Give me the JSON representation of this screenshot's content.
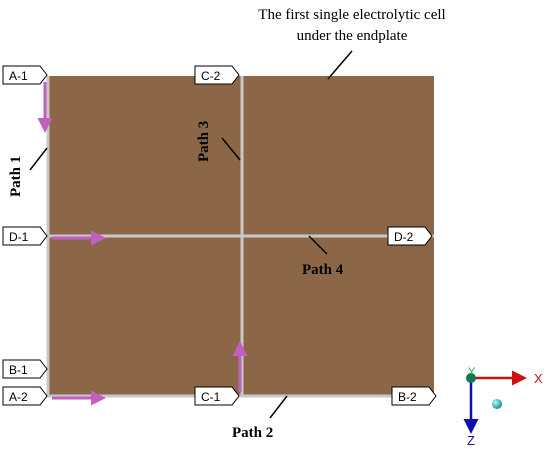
{
  "caption": {
    "line1": "The first single electrolytic cell",
    "line2": "under the endplate"
  },
  "paths": {
    "path1": "Path 1",
    "path2": "Path 2",
    "path3": "Path 3",
    "path4": "Path 4"
  },
  "points": {
    "a1": "A-1",
    "a2": "A-2",
    "b1": "B-1",
    "b2": "B-2",
    "c1": "C-1",
    "c2": "C-2",
    "d1": "D-1",
    "d2": "D-2"
  },
  "axes": {
    "x": "X",
    "y": "Y",
    "z": "Z"
  },
  "colors": {
    "plate": "#8b6748",
    "path_line": "#c8c8c8",
    "arrow": "#c060c0",
    "axis_x": "#cc1111",
    "axis_y": "#22aa22",
    "axis_z": "#1111aa",
    "origin_dot": "#117755",
    "sphere": "#11aaaa"
  }
}
